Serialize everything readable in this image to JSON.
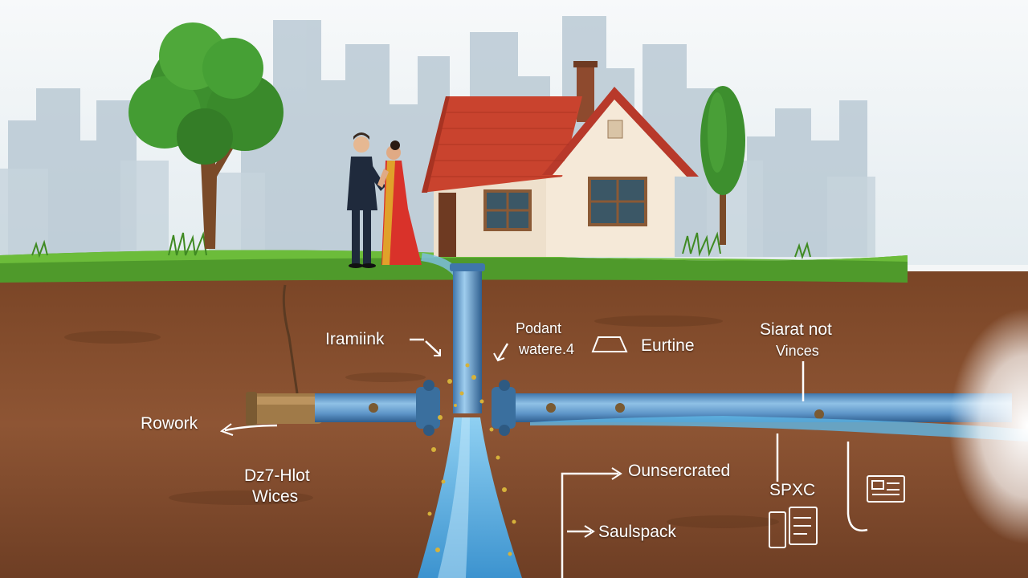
{
  "labels": {
    "rowork": "Rowork",
    "dz7_line1": "Dz7-Hlot",
    "dz7_line2": "Wices",
    "iramiink": "Iramiink",
    "podant_line1": "Podant",
    "podant_line2": "watere.4",
    "eurtine": "Eurtine",
    "siarat_line1": "Siarat not",
    "siarat_line2": "Vinces",
    "ounsercrated": "Ounsercrated",
    "saulspack": "Saulspack",
    "spxc": "SPXC"
  },
  "colors": {
    "sky": "#f1f4f6",
    "city": "#a9bcc9",
    "grass": "#4f9a2b",
    "soil": "#8a5232",
    "soil_dark": "#6b3d23",
    "pipe": "#5b93c7",
    "pipe_highlight": "#a9d2ef",
    "water": "#5fb6e6",
    "roof": "#c9432e",
    "wall": "#f3e7d6",
    "window": "#2e4a5a",
    "tree": "#3d8f2e"
  },
  "icons": [
    "tree-icon",
    "house-icon",
    "couple-icon",
    "pipe-icon",
    "valve-icon",
    "leak-icon",
    "gauge-icon",
    "monitor-icon"
  ]
}
